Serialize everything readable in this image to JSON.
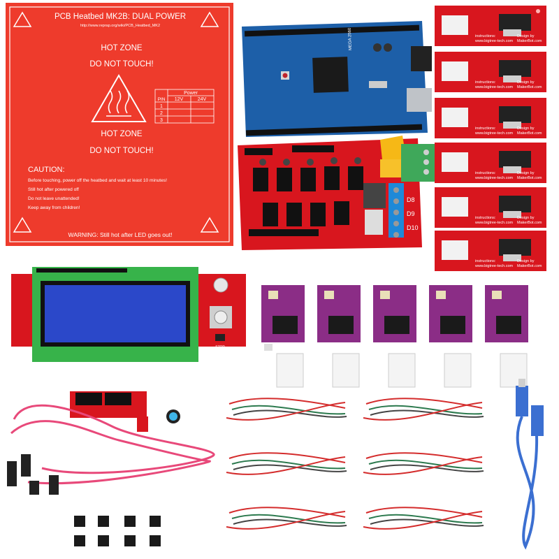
{
  "heatbed": {
    "title": "PCB Heatbed MK2B: DUAL POWER",
    "url": "http://www.reprap.org/wiki/PCB_Heatbed_MK2",
    "hot_zone": "HOT ZONE",
    "do_not_touch": "DO NOT TOUCH!",
    "power_header": "Power",
    "pin_header": "PIN",
    "v12": "12V",
    "v24": "24V",
    "pins": [
      "1",
      "2",
      "3"
    ],
    "caution_title": "CAUTION:",
    "caution_lines": [
      "Before touching, power off the heatbed and wait at least 10 minutes!",
      "Still hot after powered off",
      "Do not leave unattended!",
      "Keep away from children!"
    ],
    "warning": "WARNING: Still hot after LED goes out!"
  },
  "mega": {
    "label": "MEGA 2560"
  },
  "ramps": {
    "outputs": [
      "D8",
      "D9",
      "D10"
    ]
  },
  "endstops": {
    "count": 6,
    "instructions": "instructions:",
    "site": "www.bigtree-tech.com",
    "design_by": "Design by",
    "makerbot": "MakerBot.com"
  },
  "lcd": {
    "stop_label": "STOP"
  },
  "drivers": {
    "count": 5
  },
  "colors": {
    "heatbed_red": "#ee3b2c",
    "pcb_red": "#d8161e",
    "mega_blue": "#1d5fa8",
    "lcd_blue": "#2b48c9",
    "lcd_green": "#37b34a",
    "driver_purple": "#8b2d86",
    "usb_blue": "#3b6fd1",
    "ribbon_pink": "#e8497a"
  }
}
